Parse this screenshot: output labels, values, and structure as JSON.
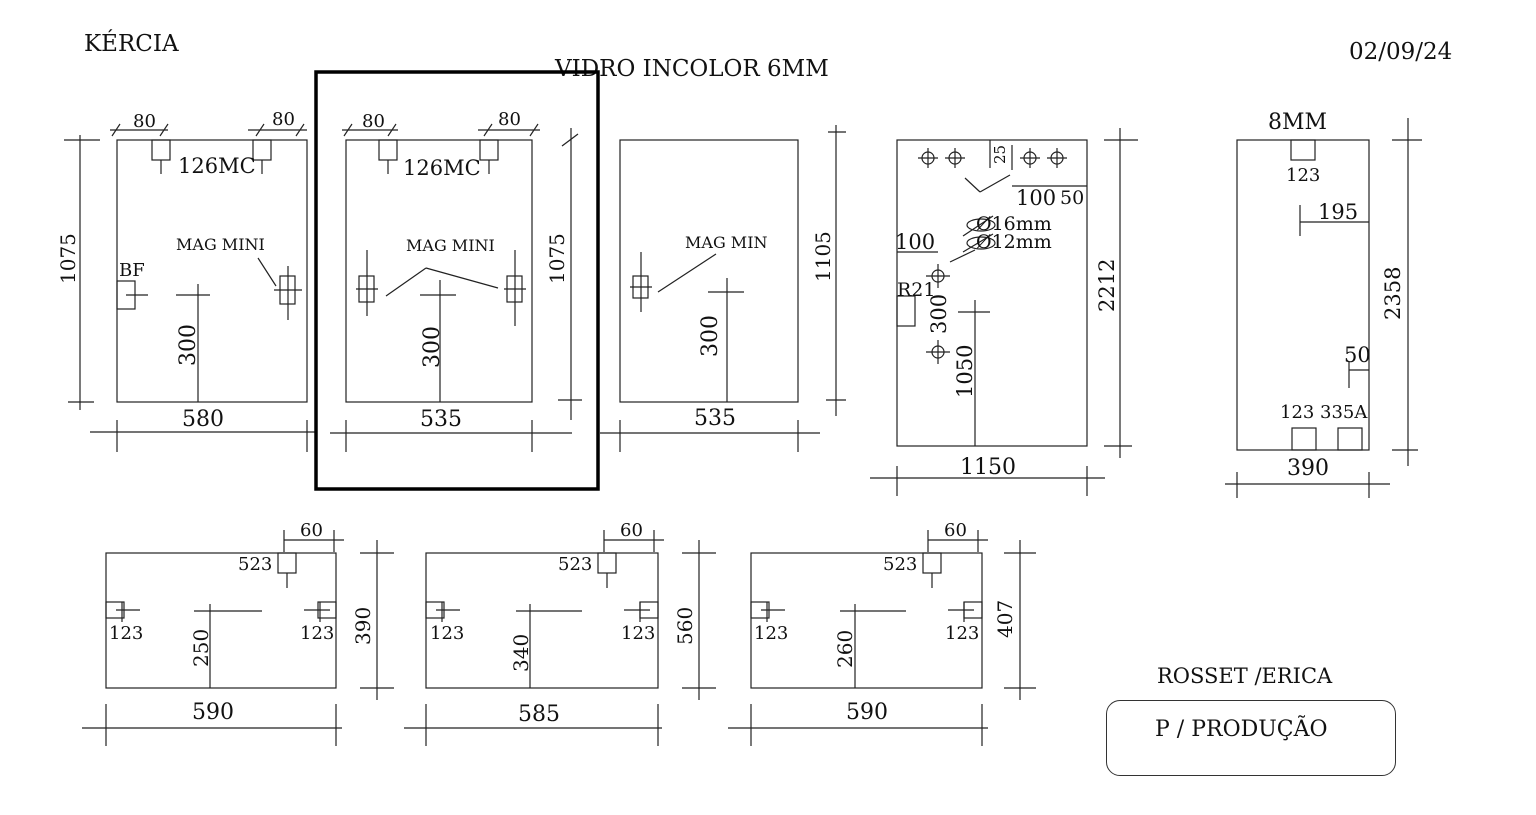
{
  "header": {
    "client": "KÉRCIA",
    "title": "VIDRO INCOLOR 6MM",
    "date": "02/09/24"
  },
  "footer": {
    "names": "ROSSET /ERICA",
    "stamp": "P / PRODUÇÃO"
  },
  "pieces": {
    "p1": {
      "width": "580",
      "height": "1075",
      "cut_left": "80",
      "cut_right": "80",
      "hinge": "126MC",
      "mag": "MAG MINI",
      "bf": "BF",
      "handle": "300"
    },
    "p2": {
      "width": "535",
      "height": "1075",
      "cut_left": "80",
      "cut_right": "80",
      "hinge": "126MC",
      "mag": "MAG MINI",
      "handle": "300"
    },
    "p3": {
      "width": "535",
      "height": "1105",
      "mag": "MAG MIN",
      "handle": "300"
    },
    "p4": {
      "width": "1150",
      "height": "2212",
      "d25": "25",
      "d100": "100",
      "d50": "50",
      "hole16": "Ø16mm",
      "hole12": "Ø12mm",
      "left100": "100",
      "r21": "R21",
      "v300": "300",
      "v1050": "1050"
    },
    "p5": {
      "width": "390",
      "height": "2358",
      "thick": "8MM",
      "top123": "123",
      "d195": "195",
      "d50": "50",
      "bottom_a": "123",
      "bottom_b": "335A"
    },
    "p6": {
      "width": "590",
      "height": "390",
      "cut": "60",
      "top": "523",
      "left": "123",
      "right": "123",
      "handle": "250"
    },
    "p7": {
      "width": "585",
      "height": "560",
      "cut": "60",
      "top": "523",
      "left": "123",
      "right": "123",
      "handle": "340"
    },
    "p8": {
      "width": "590",
      "height": "407",
      "cut": "60",
      "top": "523",
      "left": "123",
      "right": "123",
      "handle": "260"
    }
  },
  "selection": {
    "highlighted_piece": "p2"
  }
}
